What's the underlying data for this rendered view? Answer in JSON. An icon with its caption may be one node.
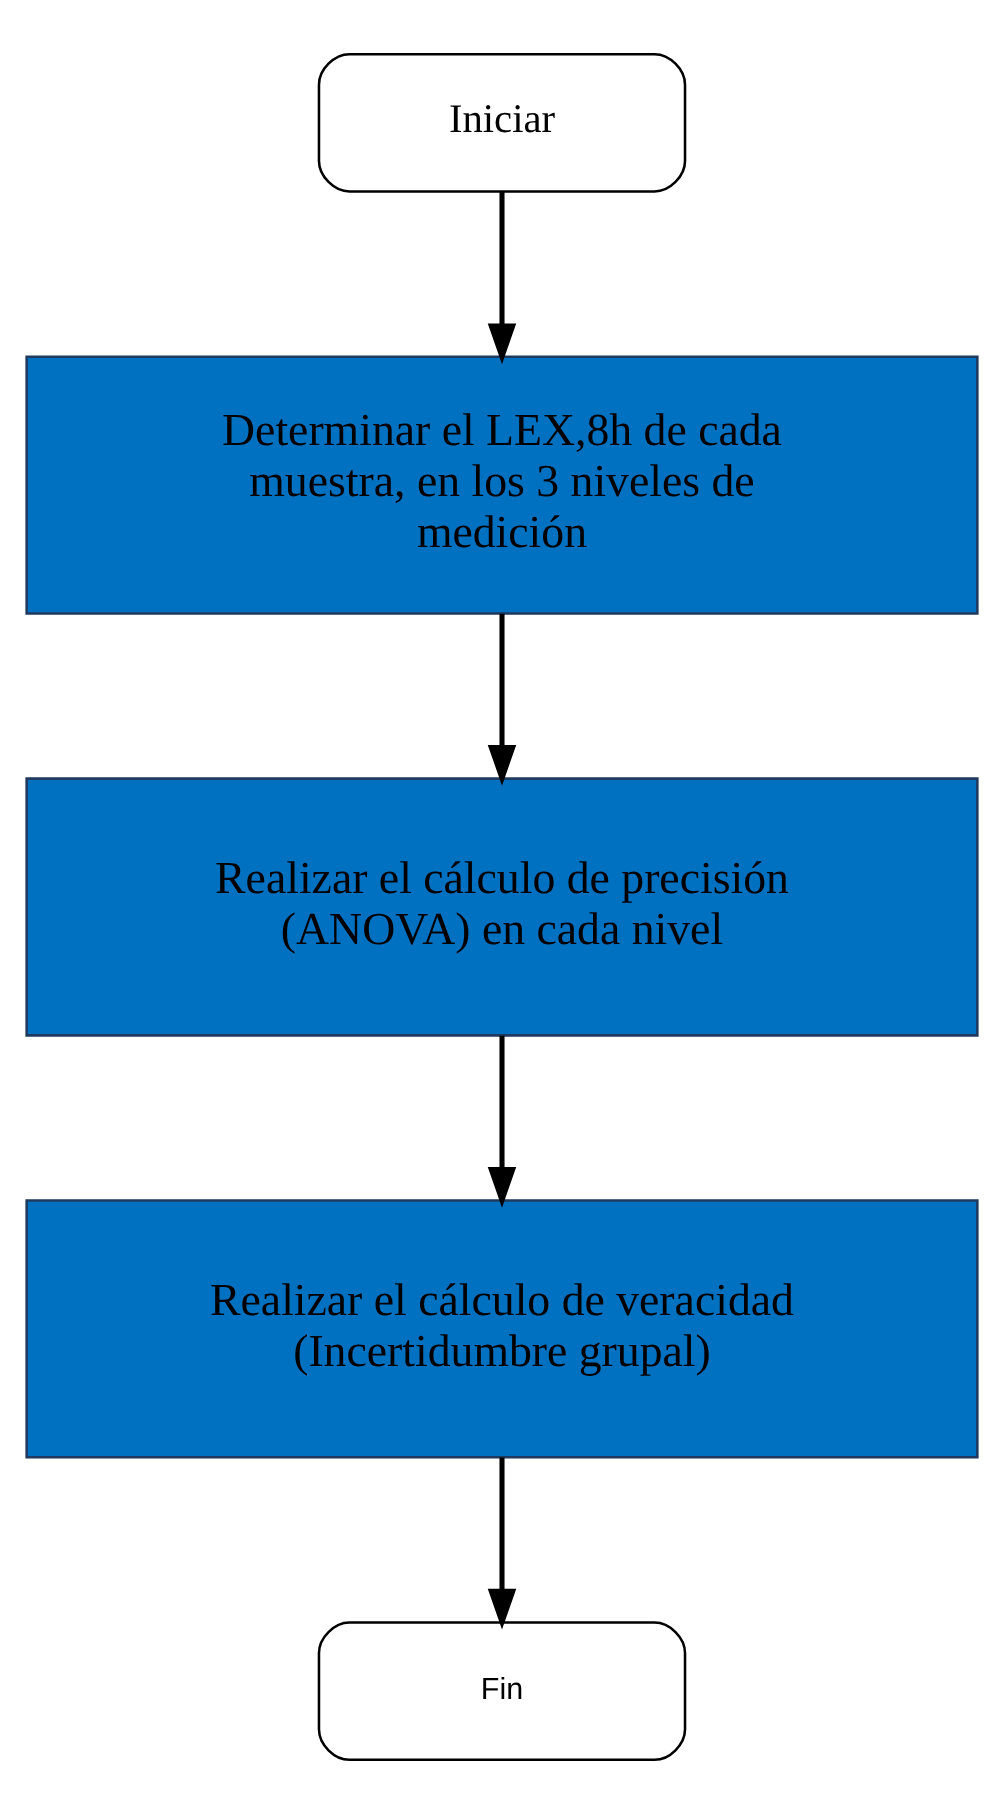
{
  "diagram": {
    "nodes": [
      {
        "text": [
          "Iniciar"
        ]
      },
      {
        "text": [
          "Determinar el LEX,8h de cada muestra, en los 3 niveles de medición"
        ]
      },
      {
        "text": [
          "Realizar el cálculo de precisión (ANOVA) en cada nivel"
        ]
      },
      {
        "text": [
          "Realizar el cálculo de veracidad (Incertidumbre grupal)"
        ]
      },
      {
        "text": [
          "Fin"
        ]
      }
    ],
    "edges": [
      {
        "from": 0,
        "to": 1,
        "arrow": "to"
      },
      {
        "from": 1,
        "to": 2,
        "arrow": "to"
      },
      {
        "from": 2,
        "to": 3,
        "arrow": "to"
      },
      {
        "from": 3,
        "to": 4,
        "arrow": "to"
      }
    ]
  }
}
